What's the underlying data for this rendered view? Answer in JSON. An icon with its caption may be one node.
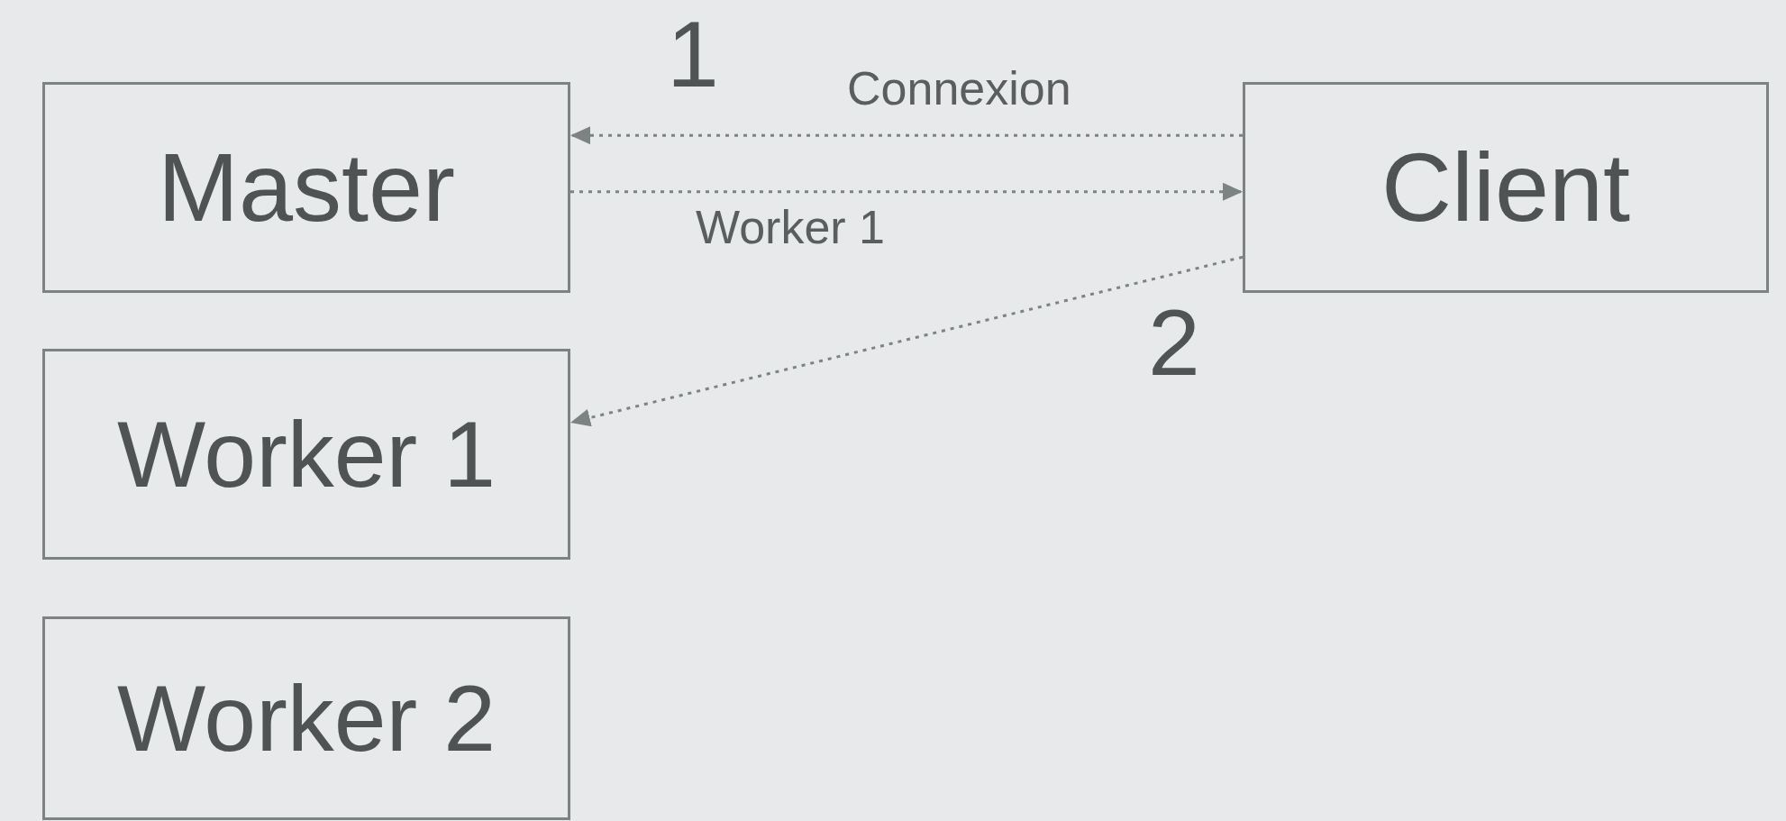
{
  "diagram": {
    "nodes": [
      {
        "text": [
          "Master"
        ]
      },
      {
        "text": [
          "Client"
        ]
      },
      {
        "text": [
          "Worker 1"
        ]
      },
      {
        "text": [
          "Worker 2"
        ]
      }
    ],
    "edges": [
      {
        "from": 1,
        "to": 0,
        "arrow": "to",
        "label": "Connexion"
      },
      {
        "from": 0,
        "to": 1,
        "arrow": "to",
        "label": "Worker 1"
      },
      {
        "from": 1,
        "to": 2,
        "arrow": "to"
      }
    ],
    "labels": [
      "1",
      "2"
    ]
  }
}
